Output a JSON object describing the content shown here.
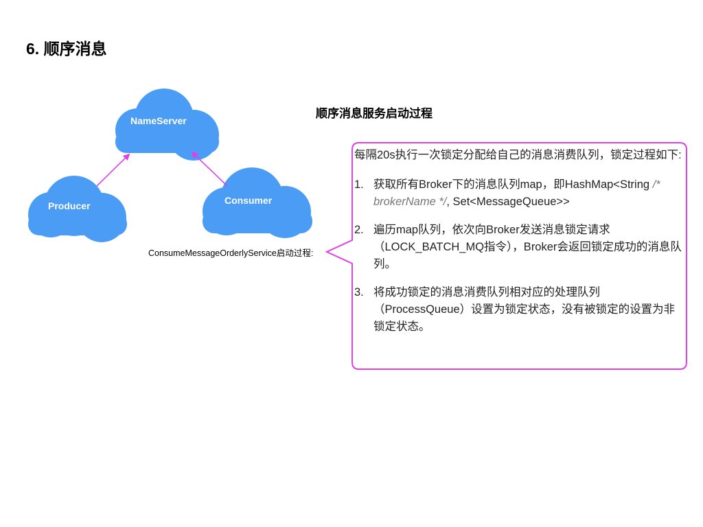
{
  "title": "6. 顺序消息",
  "section_heading": "顺序消息服务启动过程",
  "nodes": {
    "nameserver": "NameServer",
    "producer": "Producer",
    "consumer": "Consumer"
  },
  "callout": {
    "label": "ConsumeMessageOrderlyService启动过程:",
    "intro": "每隔20s执行一次锁定分配给自己的消息消费队列，锁定过程如下:",
    "steps": [
      {
        "num": "1.",
        "text_before": "获取所有Broker下的消息队列map，即HashMap<String ",
        "comment": "/* brokerName */",
        "text_after": ", Set<MessageQueue>>"
      },
      {
        "num": "2.",
        "text": "遍历map队列，依次向Broker发送消息锁定请求（LOCK_BATCH_MQ指令），Broker会返回锁定成功的消息队列。"
      },
      {
        "num": "3.",
        "text": "将成功锁定的消息消费队列相对应的处理队列（ProcessQueue）设置为锁定状态，没有被锁定的设置为非锁定状态。"
      }
    ]
  },
  "colors": {
    "cloud": "#4a9cf5",
    "arrow": "#e040e8",
    "callout_border": "#e040e8"
  }
}
